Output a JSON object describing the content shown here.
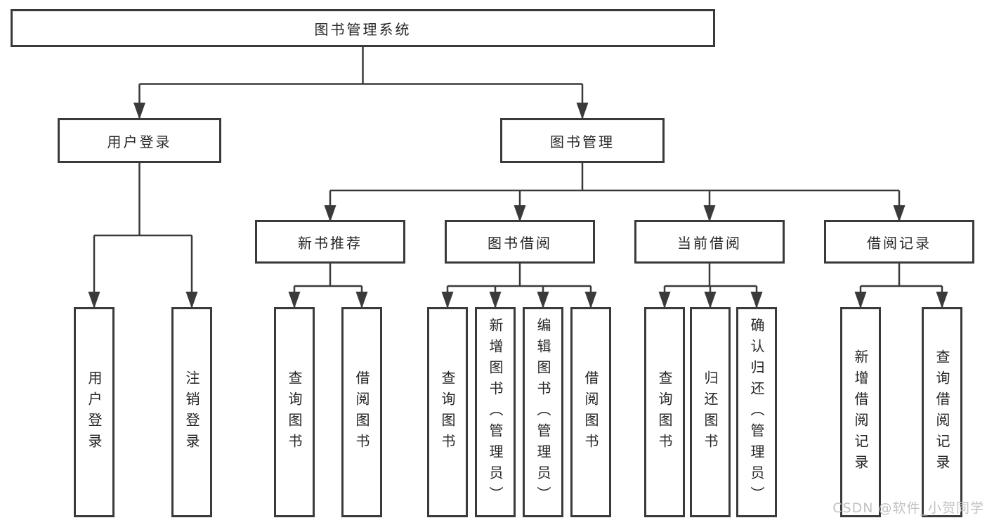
{
  "diagram": {
    "root": "图书管理系统",
    "level2": {
      "user_login": "用户登录",
      "book_management": "图书管理"
    },
    "level3": {
      "new_book_recommend": "新书推荐",
      "book_borrowing": "图书借阅",
      "current_borrowing": "当前借阅",
      "borrowing_records": "借阅记录"
    },
    "leaves": {
      "user_login": [
        "用户登录",
        "注销登录"
      ],
      "new_book_recommend": [
        "查询图书",
        "借阅图书"
      ],
      "book_borrowing": [
        "查询图书",
        "新增图书（管理员）",
        "编辑图书（管理员）",
        "借阅图书"
      ],
      "current_borrowing": [
        "查询图书",
        "归还图书",
        "确认归还（管理员）"
      ],
      "borrowing_records": [
        "新增借阅记录",
        "查询借阅记录"
      ]
    }
  },
  "watermark": "CSDN @软件_小贺同学",
  "colors": {
    "line": "#3a3a3a",
    "box_border": "#3a3a3a",
    "text": "#262626",
    "watermark": "#c2c2c2",
    "background": "#ffffff"
  }
}
